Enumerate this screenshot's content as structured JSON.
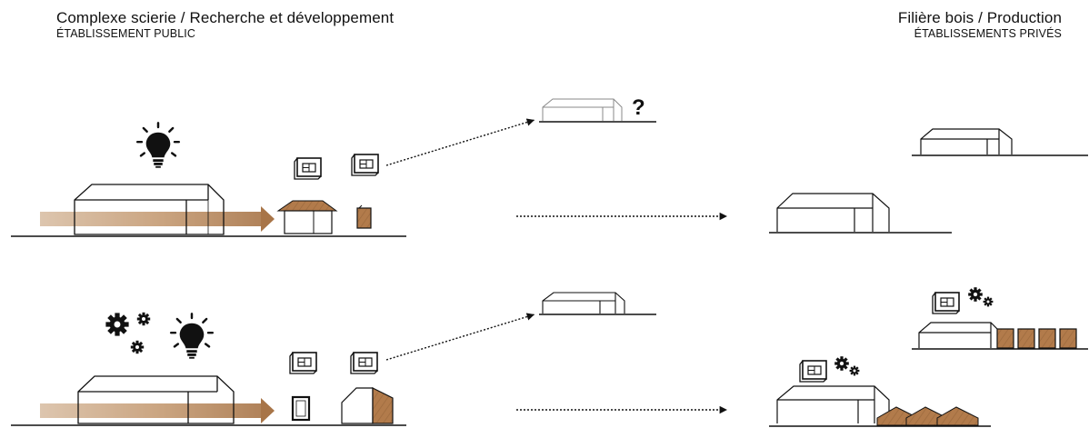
{
  "header_left": {
    "title": "Complexe scierie  / Recherche et développement",
    "subtitle": "ÉTABLISSEMENT PUBLIC"
  },
  "header_right": {
    "title": "Filière bois / Production",
    "subtitle": "ÉTABLISSEMENTS PRIVÉS"
  },
  "question_mark": "?",
  "colors": {
    "wood": "#b07a4a",
    "wood_dark": "#8a5a32",
    "arrow_wood": "#c9a27e",
    "line": "#111111"
  },
  "icons": [
    "lightbulb-icon",
    "gears-icon",
    "blueprint-icon",
    "question-mark"
  ]
}
